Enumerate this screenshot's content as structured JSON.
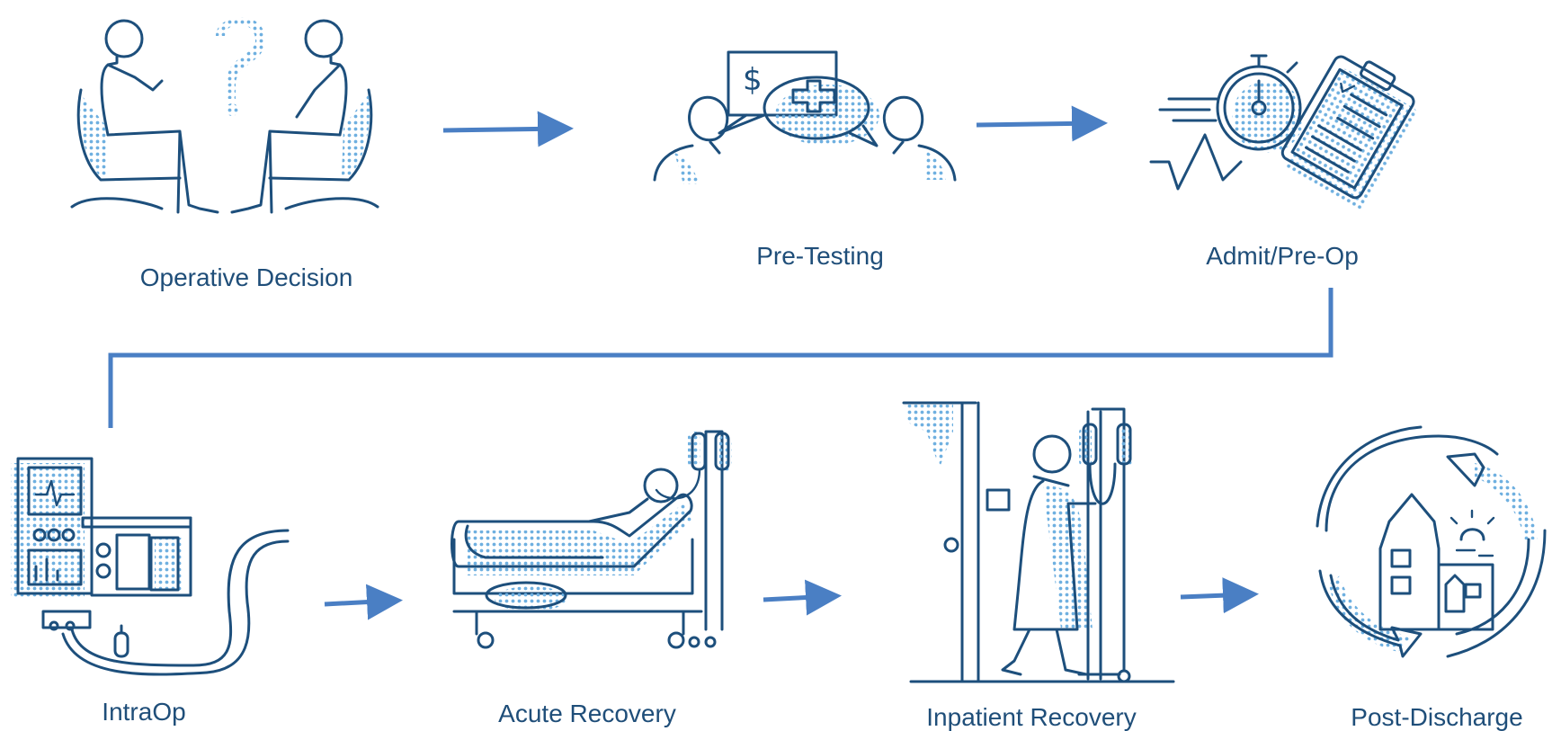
{
  "colors": {
    "icon_stroke": "#1d4f7c",
    "dots": "#6fb0e0",
    "arrow": "#4a7fc4",
    "label": "#1f4e79"
  },
  "steps": [
    {
      "label": "Operative Decision",
      "icon": "consultation-icon"
    },
    {
      "label": "Pre-Testing",
      "icon": "pre-testing-chat-icon"
    },
    {
      "label": "Admit/Pre-Op",
      "icon": "stopwatch-clipboard-icon"
    },
    {
      "label": "IntraOp",
      "icon": "anesthesia-machine-icon"
    },
    {
      "label": "Acute Recovery",
      "icon": "hospital-bed-icon"
    },
    {
      "label": "Inpatient Recovery",
      "icon": "walking-patient-iv-icon"
    },
    {
      "label": "Post-Discharge",
      "icon": "home-cycle-icon"
    }
  ]
}
